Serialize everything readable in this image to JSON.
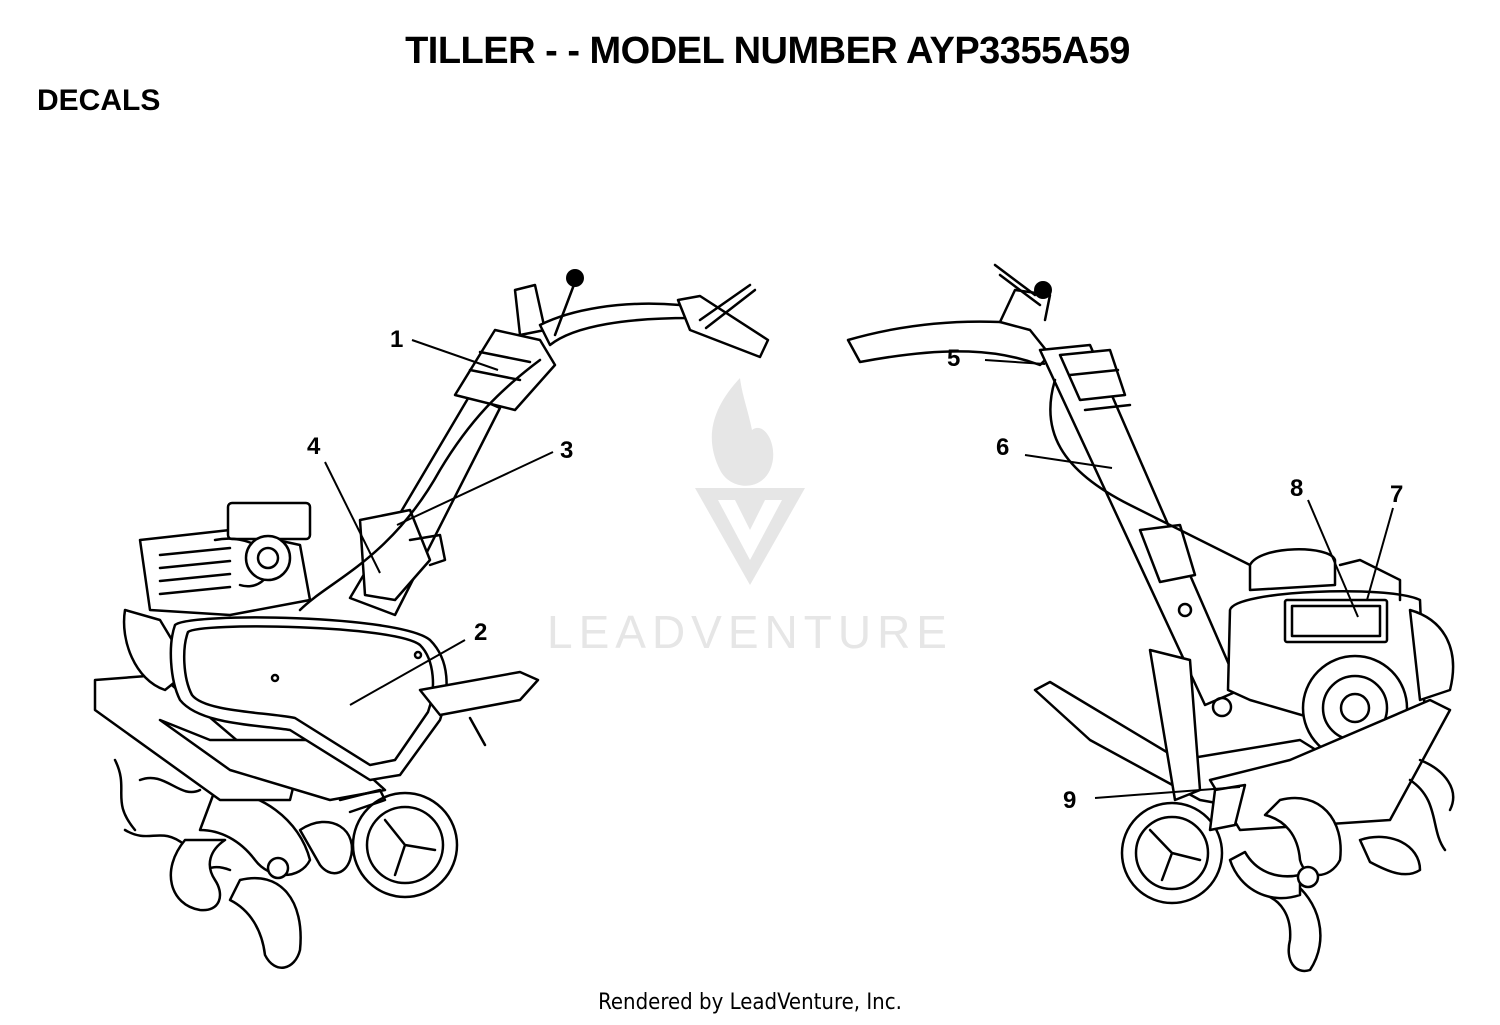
{
  "page": {
    "title": "TILLER - - MODEL NUMBER AYP3355A59",
    "section": "DECALS",
    "footer": "Rendered by LeadVenture, Inc."
  },
  "watermark": {
    "text": "LEADVENTURE"
  },
  "callouts": [
    {
      "id": "1",
      "label": "1"
    },
    {
      "id": "2",
      "label": "2"
    },
    {
      "id": "3",
      "label": "3"
    },
    {
      "id": "4",
      "label": "4"
    },
    {
      "id": "5",
      "label": "5"
    },
    {
      "id": "6",
      "label": "6"
    },
    {
      "id": "7",
      "label": "7"
    },
    {
      "id": "8",
      "label": "8"
    },
    {
      "id": "9",
      "label": "9"
    }
  ]
}
